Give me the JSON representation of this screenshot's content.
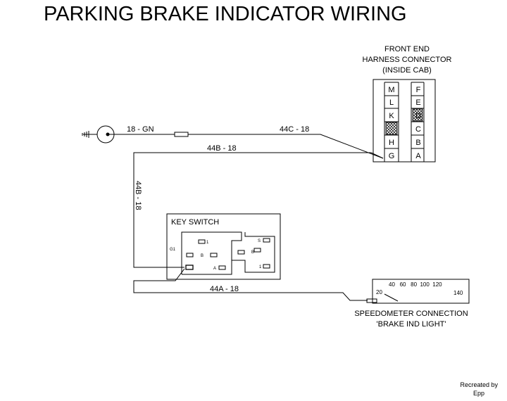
{
  "title": "PARKING BRAKE INDICATOR WIRING",
  "connector": {
    "caption_line1": "FRONT END",
    "caption_line2": "HARNESS CONNECTOR",
    "caption_line3": "(INSIDE CAB)",
    "left_pins": [
      "M",
      "L",
      "K",
      "",
      "H",
      "G"
    ],
    "right_pins": [
      "F",
      "E",
      "D",
      "C",
      "B",
      "A"
    ]
  },
  "wires": {
    "top_left": "18 - GN",
    "top_right": "44C - 18",
    "second": "44B - 18",
    "vertical": "44B - 18",
    "bottom": "44A - 18"
  },
  "key_switch": {
    "label": "KEY SWITCH",
    "terminals": {
      "g1": "G1",
      "one_top": "1",
      "b_left": "B",
      "b_right": "B",
      "s": "S",
      "a": "A",
      "one_bottom": "1"
    }
  },
  "speedometer": {
    "scale_top": "40   60   80  100  120",
    "left_value": "20",
    "right_value": "140",
    "caption_line1": "SPEEDOMETER CONNECTION",
    "caption_line2": "'BRAKE IND LIGHT'"
  },
  "credit": {
    "line1": "Recreated by",
    "line2": "Epp"
  }
}
